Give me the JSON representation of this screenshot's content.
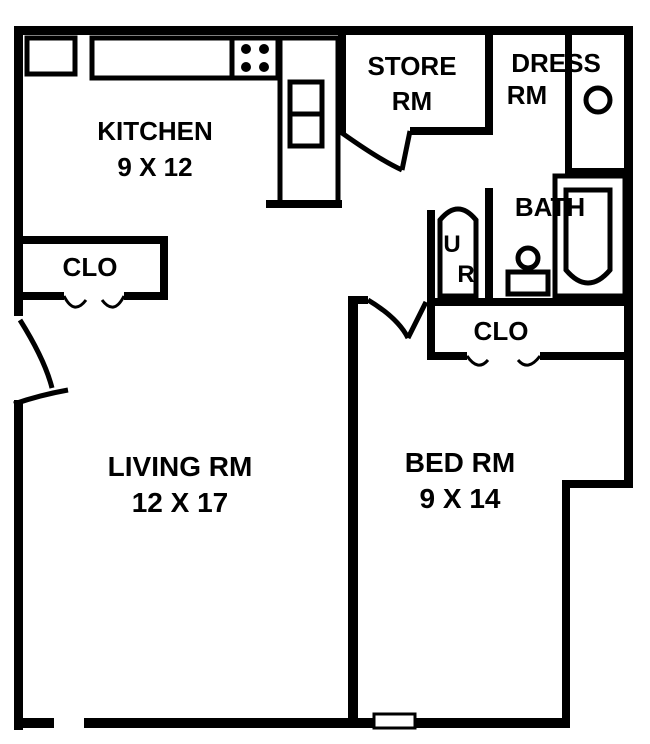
{
  "plan": {
    "rooms": {
      "kitchen": {
        "name": "KITCHEN",
        "size": "9 X 12"
      },
      "store": {
        "line1": "STORE",
        "line2": "RM"
      },
      "dress": {
        "line1": "DRESS",
        "line2": "RM"
      },
      "bath": {
        "name": "BATH"
      },
      "ur": {
        "line1": "U",
        "line2": "R"
      },
      "clo_left": {
        "name": "CLO"
      },
      "clo_right": {
        "name": "CLO"
      },
      "living": {
        "name": "LIVING RM",
        "size": "12 X 17"
      },
      "bed": {
        "name": "BED RM",
        "size": "9 X 14"
      }
    },
    "colors": {
      "ink": "#000000",
      "paper": "#ffffff"
    }
  }
}
